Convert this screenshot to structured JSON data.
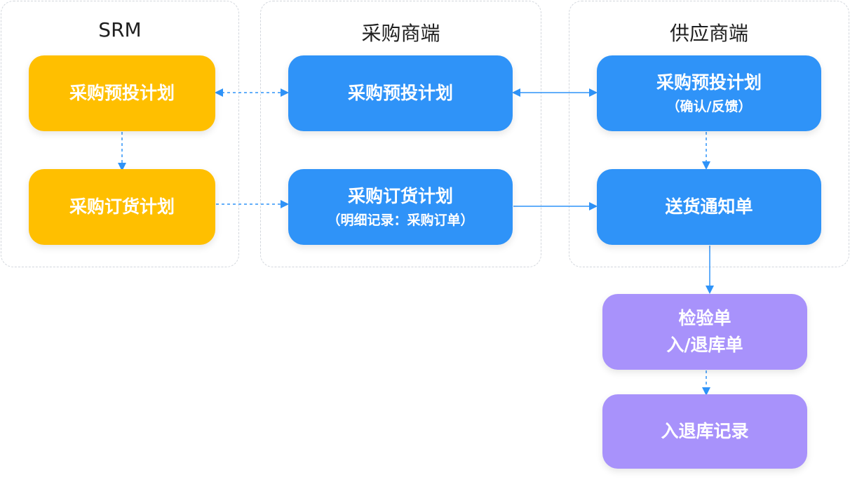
{
  "lanes": {
    "srm": {
      "title": "SRM"
    },
    "buyer": {
      "title": "采购商端"
    },
    "supplier": {
      "title": "供应商端"
    }
  },
  "nodes": {
    "srm_prelaunch_plan": {
      "label": "采购预投计划"
    },
    "srm_order_plan": {
      "label": "采购订货计划"
    },
    "buyer_prelaunch_plan": {
      "label": "采购预投计划"
    },
    "buyer_order_plan": {
      "label": "采购订货计划",
      "note": "（明细记录：采购订单）"
    },
    "supplier_prelaunch_plan": {
      "label": "采购预投计划",
      "note": "（确认/反馈）"
    },
    "delivery_notice": {
      "label": "送货通知单"
    },
    "inspection_doc": {
      "label": "检验单",
      "label2": "入/退库单"
    },
    "warehouse_record": {
      "label": "入退库记录"
    }
  },
  "colors": {
    "srm_node": "#ffbf00",
    "platform_node": "#2f93f8",
    "warehouse_node": "#a892fb",
    "arrow": "#2f93f8",
    "lane_border": "#d2d6dc"
  }
}
